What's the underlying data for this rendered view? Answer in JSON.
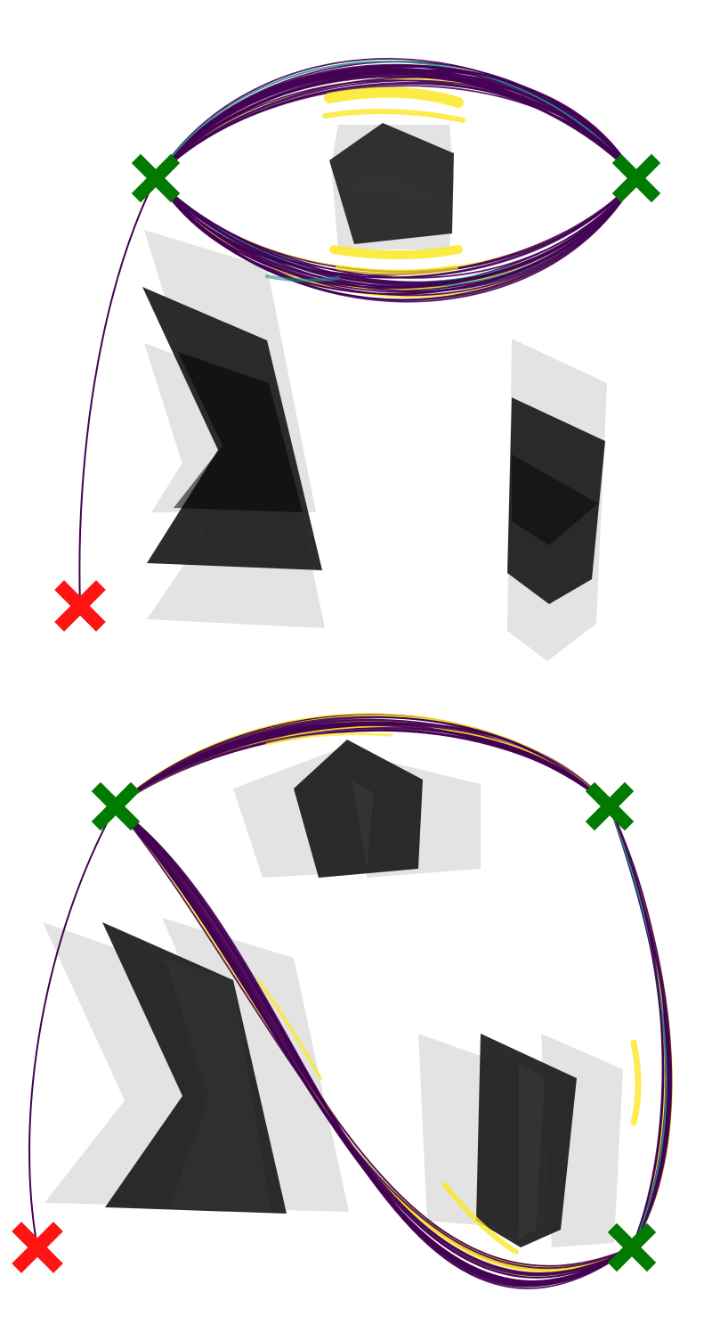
{
  "panels": [
    {
      "id": "top",
      "start_marker": "red-x",
      "waypoint_markers": [
        "green-x",
        "green-x"
      ],
      "path_colormap": "viridis",
      "obstacle_color": "#000000",
      "obstacle_ghost_color": "#e2e2e2"
    },
    {
      "id": "bottom",
      "start_marker": "red-x",
      "waypoint_markers": [
        "green-x",
        "green-x",
        "green-x"
      ],
      "path_colormap": "viridis",
      "obstacle_color": "#000000",
      "obstacle_ghost_color": "#e2e2e2"
    }
  ],
  "colors": {
    "start": "#ff1414",
    "waypoint": "#007a00",
    "path_low": "#440154",
    "path_mid": "#21918c",
    "path_high": "#fde725"
  }
}
